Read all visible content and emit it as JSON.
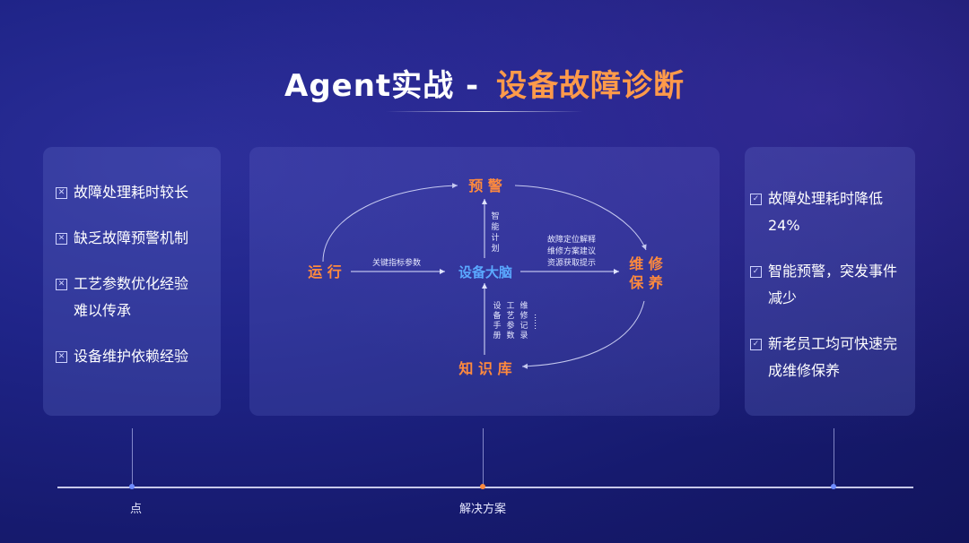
{
  "title": {
    "part1": "Agent实战 - ",
    "part2": "设备故障诊断"
  },
  "left_panel": {
    "items": [
      {
        "lines": [
          "故障处理耗时较长"
        ]
      },
      {
        "lines": [
          "缺乏故障预警机制"
        ]
      },
      {
        "lines": [
          "工艺参数优化经验",
          "难以传承"
        ]
      },
      {
        "lines": [
          "设备维护依赖经验"
        ]
      }
    ]
  },
  "right_panel": {
    "items": [
      {
        "lines": [
          "故障处理耗时降低",
          "24%"
        ]
      },
      {
        "lines": [
          "智能预警，突发事件",
          "减少"
        ]
      },
      {
        "lines": [
          "新老员工均可快速完",
          "成维修保养"
        ]
      }
    ]
  },
  "diagram": {
    "node_warning": "预 警",
    "node_run": "运 行",
    "node_brain": "设备大脑",
    "node_maint_1": "维 修",
    "node_maint_2": "保 养",
    "node_kb": "知 识 库",
    "edge_run_brain": "关键指标参数",
    "edge_brain_maint_1": "故障定位解释",
    "edge_brain_maint_2": "维修方案建议",
    "edge_brain_maint_3": "资源获取提示",
    "vert_plan": [
      "智",
      "能",
      "计",
      "划"
    ],
    "vert_manual": [
      "设",
      "备",
      "手",
      "册"
    ],
    "vert_params": [
      "工",
      "艺",
      "参",
      "数"
    ],
    "vert_records": [
      "维",
      "修",
      "记",
      "录"
    ],
    "vert_more": "……",
    "colors": {
      "node": "#ff8a3d",
      "brain": "#5aa8ff",
      "line": "#dfe3ff"
    }
  },
  "timeline": {
    "labels": {
      "left": "点",
      "center": "解决方案",
      "right": ""
    }
  }
}
